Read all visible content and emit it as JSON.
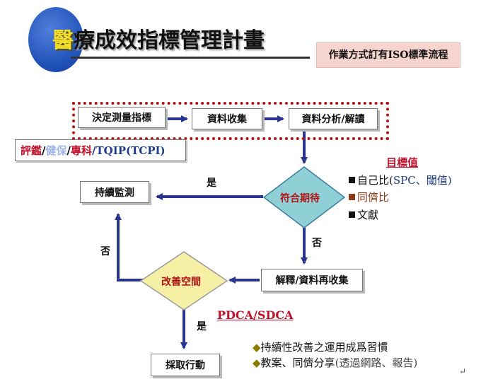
{
  "header": {
    "title_first_char": "醫",
    "title_rest": "療成效指標管理計畫",
    "note": "作業方式訂有ISO標準流程"
  },
  "flow": {
    "decide": "決定測量指標",
    "collect": "資料收集",
    "analyze": "資料分析/解讀",
    "meet": "符合期待",
    "continue": "持續監測",
    "improve": "改善空間",
    "reinterpret": "解釋/資料再收集",
    "action": "採取行動",
    "yes_top": "是",
    "no_right": "否",
    "no_left": "否",
    "yes_bottom": "是"
  },
  "sources": {
    "a": "評鑑",
    "sep1": "/",
    "b": "健保",
    "sep2": "/",
    "c": "專科",
    "d": "/TQIP(TCPI)"
  },
  "targets": {
    "title": "目標值",
    "items": [
      {
        "pre": "自己比(",
        "mid1": "SPC",
        "sep": "、",
        "mid2": "閾值",
        "post": ")",
        "bullet_color": "#111111"
      },
      {
        "text": "同儕比",
        "bullet_color": "#8b3a1a",
        "text_color": "#8b3a1a"
      },
      {
        "text": "文獻",
        "bullet_color": "#111111"
      }
    ]
  },
  "pdca": "PDCA/SDCA",
  "bullets": {
    "b1": "持續性改善之運用成爲習慣",
    "b2_main": "教案、同儕分享",
    "b2_sub": "(透過網路、報告)",
    "symbol": "◆"
  },
  "colors": {
    "arrow": "#2a3590",
    "dotted_border": "#b11414",
    "diamond_meet": "#8fd0d6",
    "diamond_improve": "#f6f0a6",
    "logo_blue": "#1e4fb5"
  }
}
